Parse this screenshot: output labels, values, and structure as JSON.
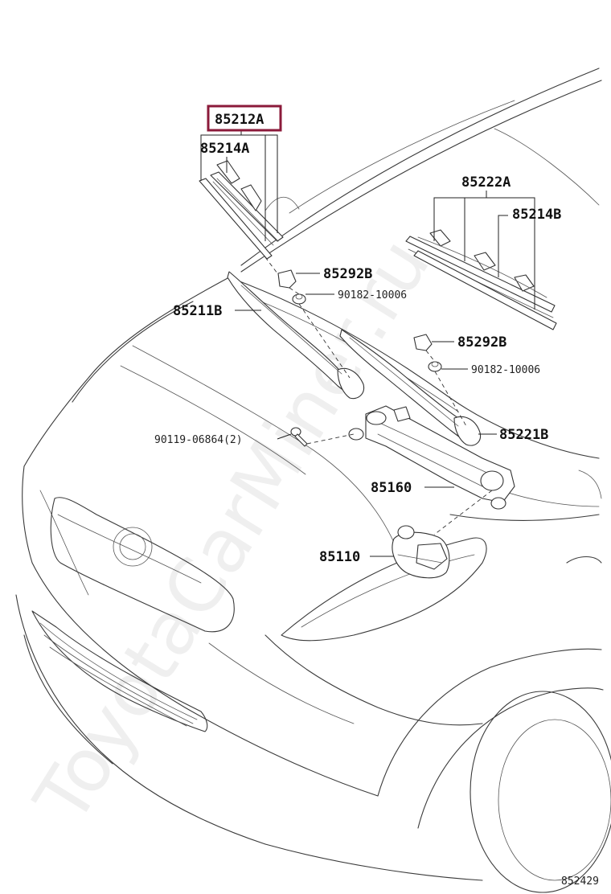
{
  "diagram": {
    "highlight_color": "#8b1a3a",
    "watermark": "ToyotaCarMiner.ru",
    "illustration_code": "852429",
    "parts": {
      "p85212A": "85212A",
      "p85214A": "85214A",
      "p85222A": "85222A",
      "p85214B": "85214B",
      "p85292B_1": "85292B",
      "p85292B_2": "85292B",
      "p90182_1": "90182-10006",
      "p90182_2": "90182-10006",
      "p85211B": "85211B",
      "p85221B": "85221B",
      "p90119": "90119-06864(2)",
      "p85160": "85160",
      "p85110": "85110"
    }
  }
}
